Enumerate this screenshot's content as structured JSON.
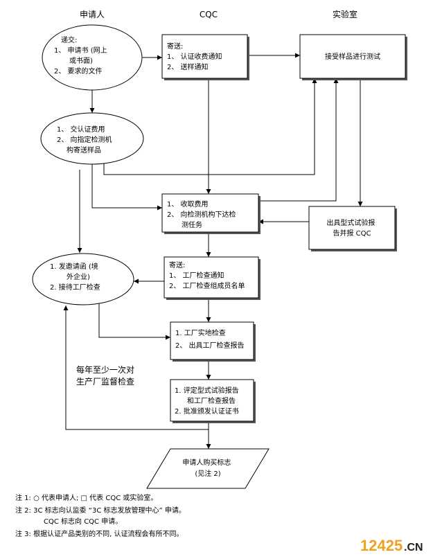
{
  "headers": {
    "applicant": "申请人",
    "cqc": "CQC",
    "lab": "实验室"
  },
  "nodes": {
    "submit": [
      "递交:",
      "1、 申请书 (网上",
      "或书面)",
      "2、 要求的文件"
    ],
    "send_notice": [
      "寄送:",
      "1、 认证收费通知",
      "2、 送样通知"
    ],
    "lab_test": [
      "接受样品进行测试"
    ],
    "pay": [
      "1、 交认证费用",
      "2、 向指定检测机",
      "构寄送样品"
    ],
    "collect": [
      "1、 收取费用",
      "2、 向检测机构下达检",
      "测任务"
    ],
    "report": [
      "出具型式试验报",
      "告并报 CQC"
    ],
    "invite": [
      "1.   发邀请函 (境",
      "外企业)",
      "2.   接待工厂检查"
    ],
    "send_factory": [
      "寄送:",
      "1、 工厂检查通知",
      "2、 工厂检查组成员名单"
    ],
    "inspect": [
      "1.  工厂实地检查",
      "2、 出具工厂检查报告"
    ],
    "evaluate": [
      "1.  评定型式试验报告",
      "和工厂检查报告",
      "2.  批准颁发认证证书"
    ],
    "buy_mark": [
      "申请人购买标志",
      "(见注 2)"
    ]
  },
  "annual_label": [
    "每年至少一次对",
    "生产厂监督检查"
  ],
  "notes": [
    "注 1: ○ 代表申请人; □ 代表 CQC 或实验室。",
    "注 2: 3C 标志向认监委 “3C 标志发放管理中心” 申请。",
    "CQC 标志向 CQC 申请。",
    "注 3: 根据认证产品类别的不同, 认证流程会有所不同。"
  ],
  "watermark": {
    "number": "12425",
    "suffix": ".CN",
    "number_color": "#f0a020",
    "suffix_color": "#222222"
  },
  "colors": {
    "line": "#000000",
    "box_fill": "#ffffff",
    "shadow": "#555555"
  }
}
